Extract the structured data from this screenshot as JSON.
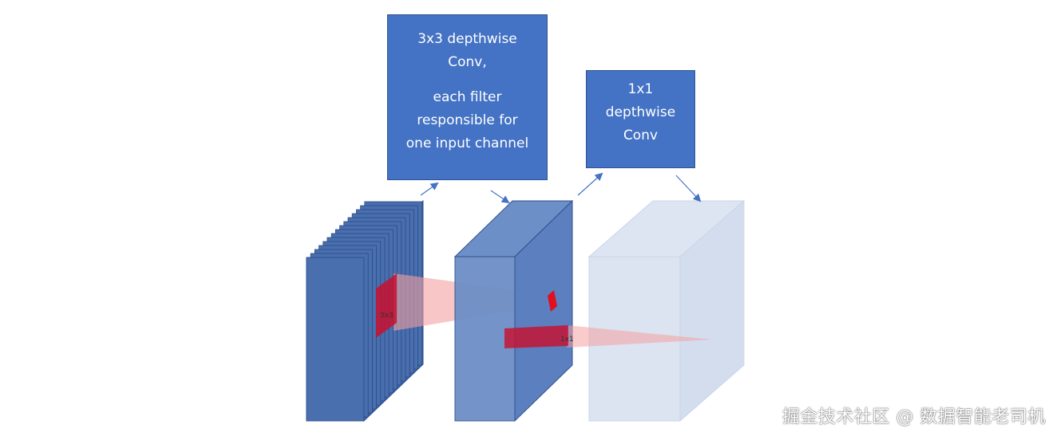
{
  "boxes": {
    "depthwise": {
      "line1": "3x3 depthwise",
      "line2": "Conv,",
      "line3": "each filter",
      "line4": "responsible for",
      "line5": "one input channel"
    },
    "pointwise": {
      "line1": "1x1",
      "line2": "depthwise",
      "line3": "Conv"
    }
  },
  "kernel_labels": {
    "k3": "3x3",
    "k1": "1x1"
  },
  "watermark": "掘金技术社区 @ 数据智能老司机",
  "colors": {
    "box": "#4472c4",
    "block_dark": "#4a6fae",
    "block_light": "#d6dfee",
    "kernel": "#c8102e",
    "beam": "#f4a0a0"
  }
}
